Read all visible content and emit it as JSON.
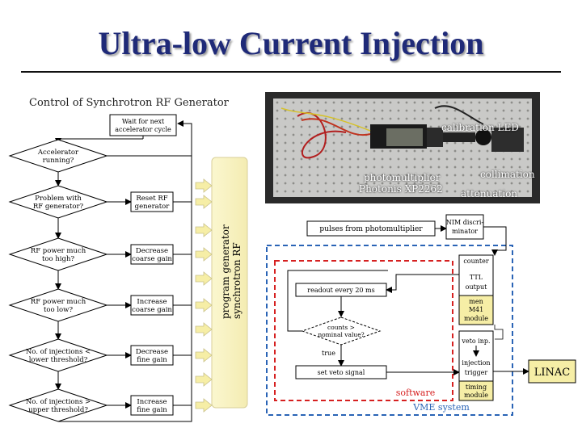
{
  "slide": {
    "title": "Ultra-low Current Injection"
  },
  "flowchart": {
    "title": "Control of Synchrotron RF Generator",
    "start_box": [
      "Wait for next",
      "accelerator cycle"
    ],
    "generator_label": [
      "program generator",
      "synchrotron RF"
    ],
    "decisions": [
      [
        "Accelerator",
        "running?"
      ],
      [
        "Problem with",
        "RF generator?"
      ],
      [
        "RF power much",
        "too high?"
      ],
      [
        "RF power much",
        "too low?"
      ],
      [
        "No. of injections <",
        "lower threshold?"
      ],
      [
        "No. of injections >",
        "upper threshold?"
      ]
    ],
    "actions": [
      [
        "Reset RF",
        "generator"
      ],
      [
        "Decrease",
        "coarse gain"
      ],
      [
        "Increase",
        "coarse gain"
      ],
      [
        "Decrease",
        "fine gain"
      ],
      [
        "Increase",
        "fine gain"
      ]
    ]
  },
  "photo": {
    "labels": {
      "led": "calibration LED",
      "pmt1": "photomultiplier",
      "pmt2": "Photonis XP2262",
      "collimation": "collimation",
      "attenuation": "attenuation"
    }
  },
  "schematic": {
    "pulses": "pulses from photomultiplier",
    "nim": [
      "NIM discri-",
      "minator"
    ],
    "counter": [
      "counter",
      "TTL",
      "output"
    ],
    "men": [
      "men",
      "M41",
      "module"
    ],
    "readout": "readout every 20 ms",
    "counts": [
      "counts >",
      "nominal value?"
    ],
    "true_label": "true",
    "veto_signal": "set veto signal",
    "timing": [
      "veto inp.",
      "injection",
      "trigger",
      "timing",
      "module"
    ],
    "linac": "LINAC",
    "software": "software",
    "vme": "VME system"
  }
}
